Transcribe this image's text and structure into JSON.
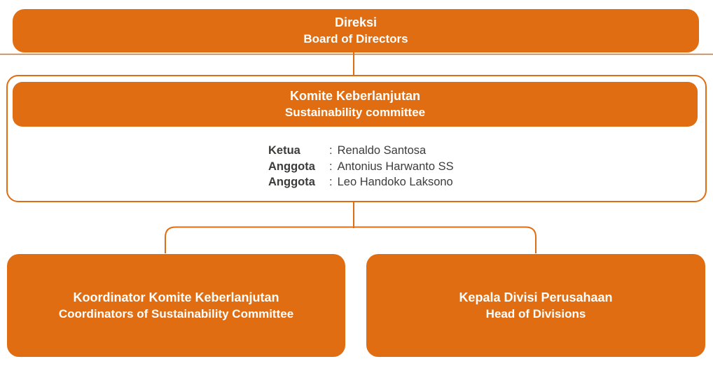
{
  "colors": {
    "primary": "#e06d11",
    "text_dark": "#3c3c3b",
    "text_light": "#ffffff",
    "background": "#ffffff"
  },
  "org": {
    "root": {
      "title": "Direksi",
      "subtitle": "Board of Directors"
    },
    "committee": {
      "title": "Komite Keberlanjutan",
      "subtitle": "Sustainability committee",
      "members": [
        {
          "role": "Ketua",
          "sep": ":",
          "name": "Renaldo Santosa"
        },
        {
          "role": "Anggota",
          "sep": ":",
          "name": "Antonius Harwanto SS"
        },
        {
          "role": "Anggota",
          "sep": ":",
          "name": "Leo Handoko Laksono"
        }
      ]
    },
    "children": [
      {
        "title": "Koordinator Komite Keberlanjutan",
        "subtitle": "Coordinators of Sustainability Committee"
      },
      {
        "title": "Kepala Divisi Perusahaan",
        "subtitle": "Head of Divisions"
      }
    ]
  }
}
